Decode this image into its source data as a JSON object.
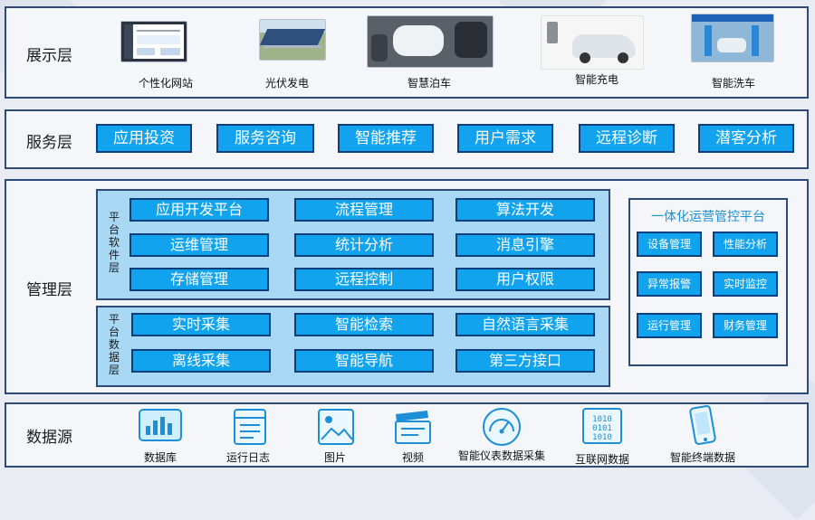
{
  "colors": {
    "accent": "#12a3ee",
    "border": "#0b3f7c",
    "panel": "#a8d8f4",
    "ops_title": "#1d8fd6"
  },
  "display": {
    "title": "展示层",
    "items": [
      {
        "label": "个性化网站",
        "icon": "website-screenshot"
      },
      {
        "label": "光伏发电",
        "icon": "solar-panels-photo"
      },
      {
        "label": "智慧泊车",
        "icon": "parking-photo"
      },
      {
        "label": "智能充电",
        "icon": "ev-charging-photo"
      },
      {
        "label": "智能洗车",
        "icon": "car-wash-photo"
      }
    ]
  },
  "service": {
    "title": "服务层",
    "items": [
      "应用投资",
      "服务咨询",
      "智能推荐",
      "用户需求",
      "远程诊断",
      "潜客分析"
    ]
  },
  "management": {
    "title": "管理层",
    "software": {
      "label": "平台软件层",
      "items": [
        "应用开发平台",
        "流程管理",
        "算法开发",
        "运维管理",
        "统计分析",
        "消息引擎",
        "存储管理",
        "远程控制",
        "用户权限"
      ]
    },
    "data": {
      "label": "平台数据层",
      "items": [
        "实时采集",
        "智能检索",
        "自然语言采集",
        "离线采集",
        "智能导航",
        "第三方接口"
      ]
    },
    "ops": {
      "title": "一体化运营管控平台",
      "items": [
        "设备管理",
        "性能分析",
        "异常报警",
        "实时监控",
        "运行管理",
        "财务管理"
      ]
    }
  },
  "sources": {
    "title": "数据源",
    "items": [
      {
        "label": "数据库",
        "icon": "database-icon"
      },
      {
        "label": "运行日志",
        "icon": "log-icon"
      },
      {
        "label": "图片",
        "icon": "image-icon"
      },
      {
        "label": "视频",
        "icon": "video-icon"
      },
      {
        "label": "智能仪表数据采集",
        "icon": "meter-icon"
      },
      {
        "label": "互联网数据",
        "icon": "internet-icon"
      },
      {
        "label": "智能终端数据",
        "icon": "terminal-icon"
      }
    ]
  }
}
